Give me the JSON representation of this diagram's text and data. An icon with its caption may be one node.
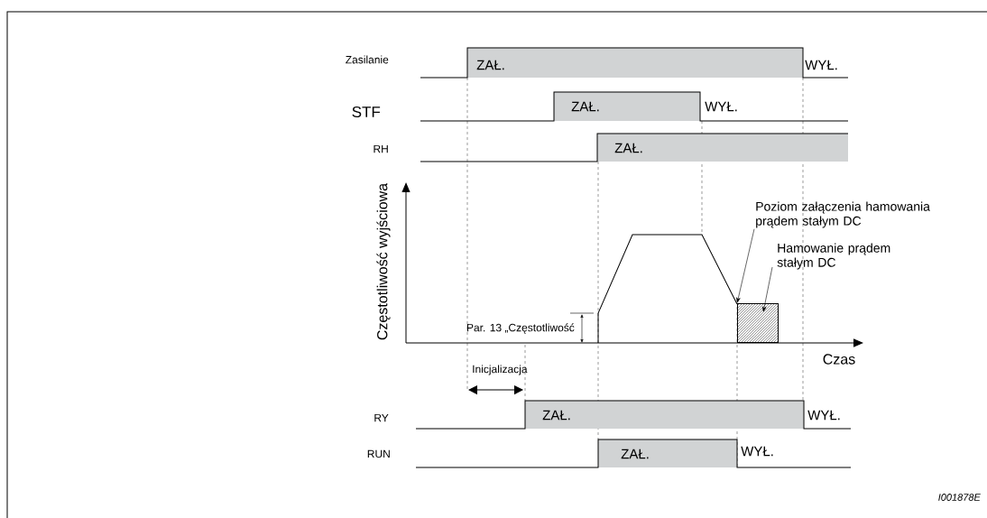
{
  "diagram": {
    "nodes": [
      {
        "text": [
          "Poziom załączenia hamowania prądem stałym DC"
        ]
      },
      {
        "text": [
          "Hamowanie prądem stałym DC"
        ]
      },
      {
        "text": [],
        "shape": "box"
      }
    ],
    "edges": [
      {
        "from": 0,
        "to": 2,
        "arrow": "to"
      },
      {
        "from": 1,
        "to": 2,
        "arrow": "to"
      }
    ],
    "labels": [
      "Zasilanie",
      "ZAŁ.",
      "WYŁ.",
      "STF",
      "ZAŁ.",
      "WYŁ.",
      "RH",
      "ZAŁ.",
      "Częstotliwość wyjściowa",
      "Par. 13 „Częstotliwość",
      "Czas",
      "Inicjalizacja",
      "RY",
      "ZAŁ.",
      "WYŁ.",
      "RUN",
      "ZAŁ.",
      "WYŁ.",
      "I001878E"
    ]
  }
}
